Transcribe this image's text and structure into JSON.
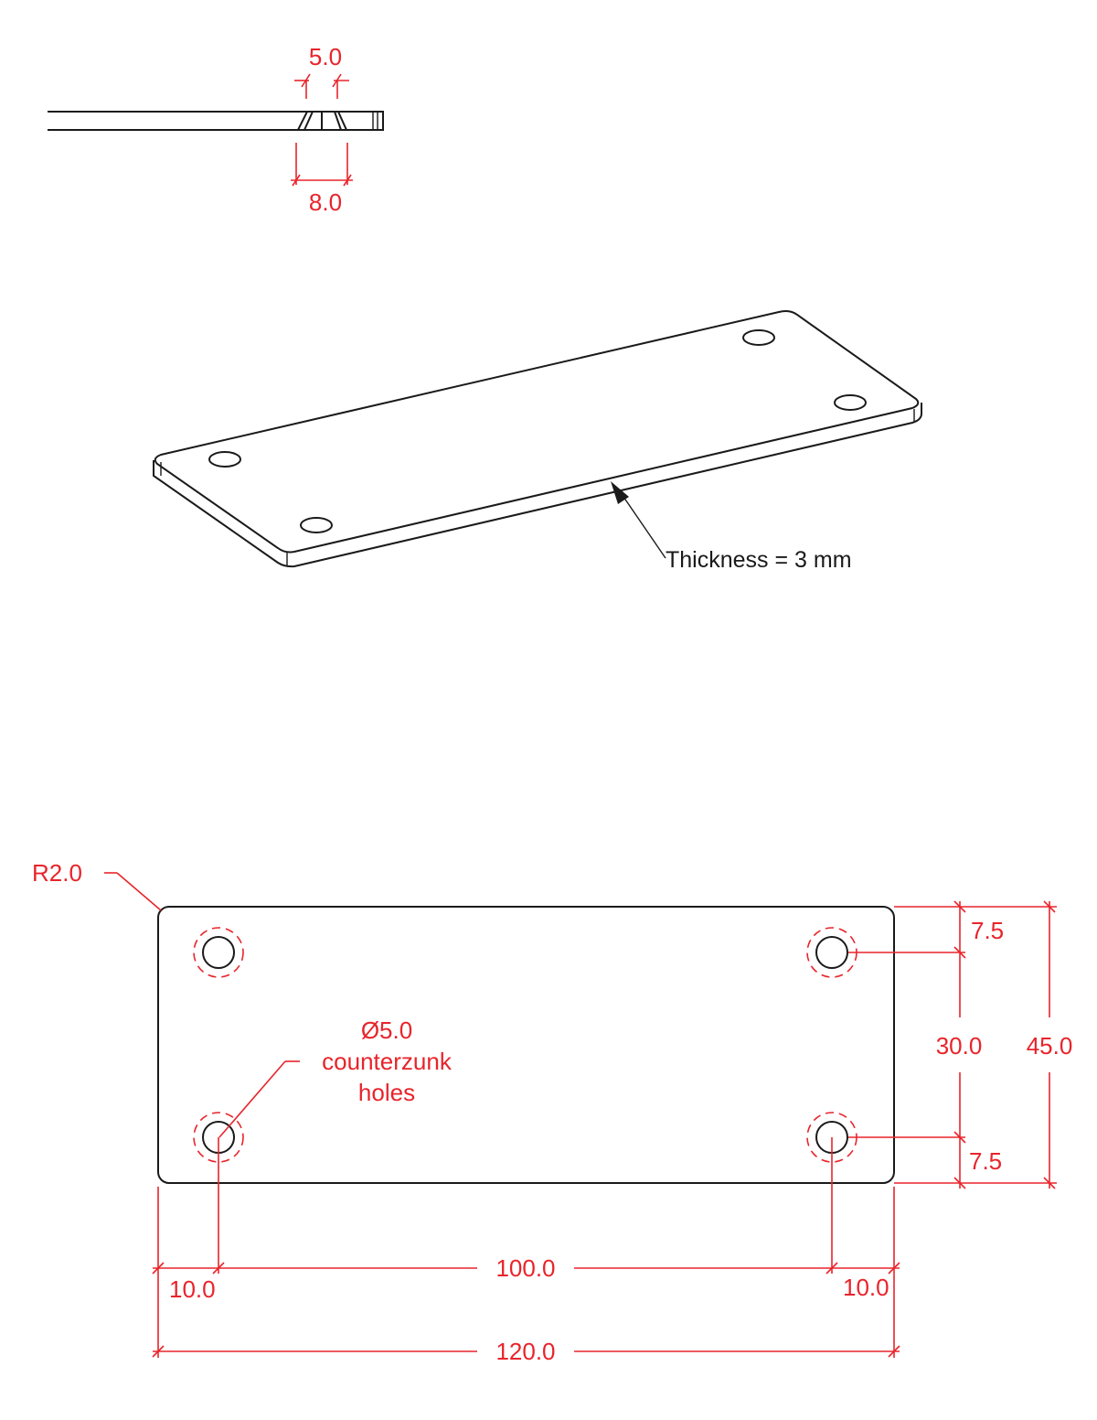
{
  "drawing": {
    "colors": {
      "part": "#1a1a1a",
      "dimension": "#e8242b",
      "background": "#ffffff"
    },
    "side_view": {
      "countersink_top_label": "5.0",
      "countersink_bottom_label": "8.0"
    },
    "isometric_view": {
      "thickness_note": "Thickness = 3 mm"
    },
    "top_view": {
      "corner_radius_label": "R2.0",
      "hole_note": {
        "line1": "Ø5.0",
        "line2": "counterzunk",
        "line3": "holes"
      },
      "dims": {
        "top_offset": "7.5",
        "hole_spacing_vertical": "30.0",
        "bottom_offset": "7.5",
        "overall_height": "45.0",
        "left_offset": "10.0",
        "hole_spacing_horizontal": "100.0",
        "right_offset": "10.0",
        "overall_width": "120.0"
      }
    }
  }
}
